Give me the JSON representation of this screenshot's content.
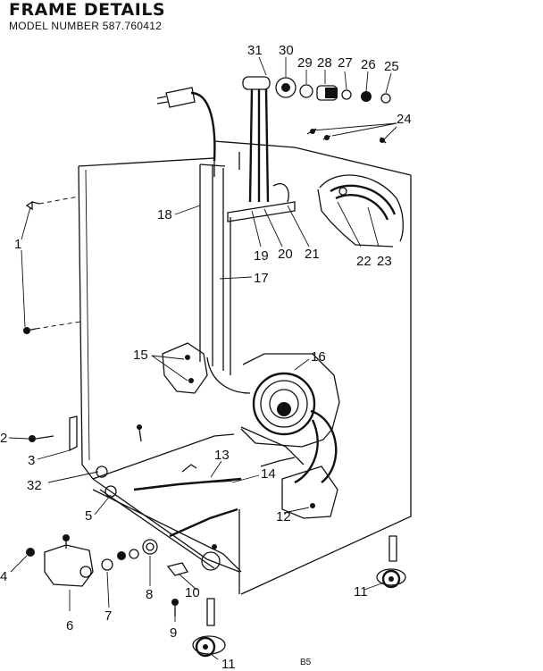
{
  "header": {
    "title": "FRAME DETAILS",
    "model": "MODEL NUMBER 587.760412"
  },
  "footer": {
    "page": "B5"
  },
  "callouts": [
    {
      "id": "c31",
      "text": "31"
    },
    {
      "id": "c30",
      "text": "30"
    },
    {
      "id": "c29",
      "text": "29"
    },
    {
      "id": "c28",
      "text": "28"
    },
    {
      "id": "c27",
      "text": "27"
    },
    {
      "id": "c26",
      "text": "26"
    },
    {
      "id": "c25",
      "text": "25"
    },
    {
      "id": "c24",
      "text": "24"
    },
    {
      "id": "c18",
      "text": "18"
    },
    {
      "id": "c19",
      "text": "19"
    },
    {
      "id": "c20",
      "text": "20"
    },
    {
      "id": "c21",
      "text": "21"
    },
    {
      "id": "c22",
      "text": "22"
    },
    {
      "id": "c23",
      "text": "23"
    },
    {
      "id": "c17",
      "text": "17"
    },
    {
      "id": "c1",
      "text": "1"
    },
    {
      "id": "c15",
      "text": "15"
    },
    {
      "id": "c16",
      "text": "16"
    },
    {
      "id": "c2",
      "text": "2"
    },
    {
      "id": "c3",
      "text": "3"
    },
    {
      "id": "c32",
      "text": "32"
    },
    {
      "id": "c13",
      "text": "13"
    },
    {
      "id": "c14",
      "text": "14"
    },
    {
      "id": "c5",
      "text": "5"
    },
    {
      "id": "c12",
      "text": "12"
    },
    {
      "id": "c4",
      "text": "4"
    },
    {
      "id": "c6",
      "text": "6"
    },
    {
      "id": "c7",
      "text": "7"
    },
    {
      "id": "c8",
      "text": "8"
    },
    {
      "id": "c10",
      "text": "10"
    },
    {
      "id": "c9",
      "text": "9"
    },
    {
      "id": "c11a",
      "text": "11"
    },
    {
      "id": "c11b",
      "text": "11"
    }
  ]
}
